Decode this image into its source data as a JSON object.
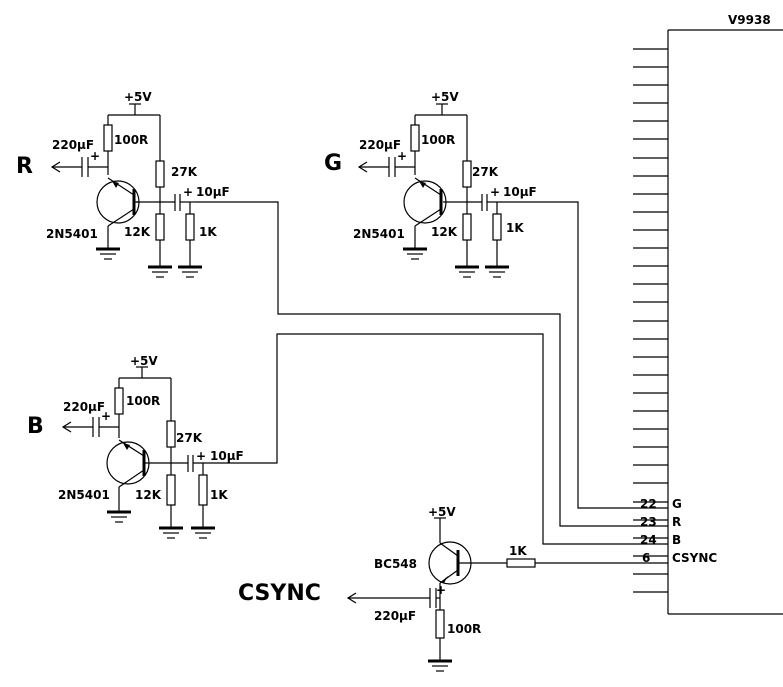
{
  "chip": {
    "name": "V9938",
    "pins": [
      {
        "num": "22",
        "label": "G"
      },
      {
        "num": "23",
        "label": "R"
      },
      {
        "num": "24",
        "label": "B"
      },
      {
        "num": "6",
        "label": "CSYNC"
      }
    ]
  },
  "stages": {
    "r": {
      "label": "R",
      "vcc": "+5V",
      "cap_out": "220µF",
      "r_top": "100R",
      "r_bias_top": "27K",
      "r_bias_bot": "12K",
      "cap_in": "10µF",
      "r_in": "1K",
      "transistor": "2N5401"
    },
    "g": {
      "label": "G",
      "vcc": "+5V",
      "cap_out": "220µF",
      "r_top": "100R",
      "r_bias_top": "27K",
      "r_bias_bot": "12K",
      "cap_in": "10µF",
      "r_in": "1K",
      "transistor": "2N5401"
    },
    "b": {
      "label": "B",
      "vcc": "+5V",
      "cap_out": "220µF",
      "r_top": "100R",
      "r_bias_top": "27K",
      "r_bias_bot": "12K",
      "cap_in": "10µF",
      "r_in": "1K",
      "transistor": "2N5401"
    },
    "csync": {
      "label": "CSYNC",
      "vcc": "+5V",
      "transistor": "BC548",
      "r_base": "1K",
      "cap_out": "220µF",
      "r_emitter": "100R"
    }
  }
}
